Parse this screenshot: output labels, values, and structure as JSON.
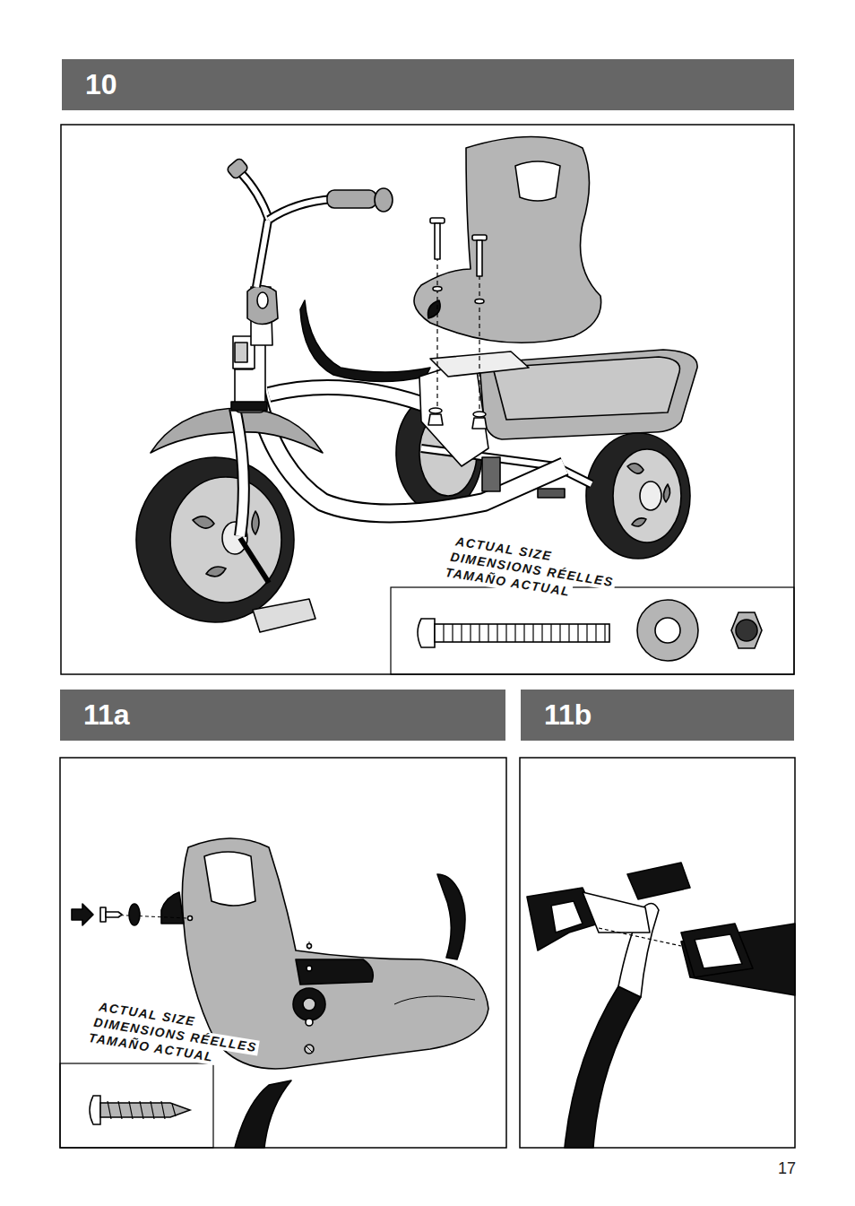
{
  "diagram": {
    "nodes": [
      {
        "text": [
          "10"
        ]
      },
      {
        "text": [
          "11a"
        ]
      },
      {
        "text": [
          "11b"
        ]
      }
    ],
    "labels": [
      "ACTUAL SIZE",
      "DIMENSIONS RÉELLES",
      "TAMAÑO ACTUAL",
      "ACTUAL SIZE",
      "DIMENSIONS RÉELLES",
      "TAMAÑO ACTUAL",
      "17"
    ]
  }
}
